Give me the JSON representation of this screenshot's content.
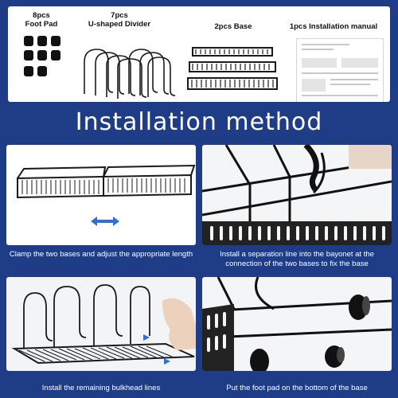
{
  "parts": {
    "foot_pad": {
      "qty": "8pcs",
      "name": "Foot Pad"
    },
    "divider": {
      "qty": "7pcs",
      "name": "U-shaped Divider"
    },
    "base": {
      "label": "2pcs Base"
    },
    "manual": {
      "label": "1pcs Installation manual"
    }
  },
  "title": "Installation method",
  "steps": [
    {
      "caption": "Clamp the two bases and adjust the appropriate length"
    },
    {
      "caption": "Install a separation line into the bayonet at the connection of the two bases to fix the base"
    },
    {
      "caption": "Install the remaining bulkhead lines"
    },
    {
      "caption": "Put the foot pad on the bottom of the base"
    }
  ],
  "colors": {
    "background": "#1f3d86",
    "panel": "#ffffff",
    "metal": "#1a1a1a",
    "arrow": "#2f6fd0"
  },
  "icons": [
    "double-arrow-icon"
  ]
}
